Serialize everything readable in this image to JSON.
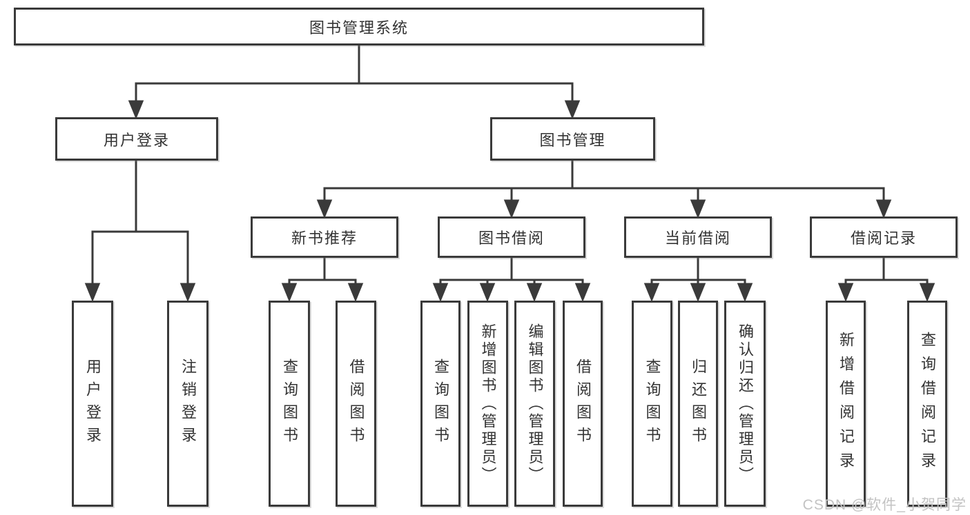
{
  "title": "图书管理系统",
  "watermark": "CSDN @软件_小贺同学",
  "colors": {
    "line": "#3a3a3a",
    "text": "#333333",
    "watermark": "#c3c3c3",
    "background": "#ffffff"
  },
  "nodes": {
    "root": "图书管理系统",
    "level2": [
      "用户登录",
      "图书管理"
    ],
    "level3": [
      "新书推荐",
      "图书借阅",
      "当前借阅",
      "借阅记录"
    ],
    "login_children": [
      "用户登录",
      "注销登录"
    ],
    "newbooks_children": [
      "查询图书",
      "借阅图书"
    ],
    "borrow_children": [
      "查询图书",
      "新增图书（管理员）",
      "编辑图书（管理员）",
      "借阅图书"
    ],
    "current_children": [
      "查询图书",
      "归还图书",
      "确认归还（管理员）"
    ],
    "records_children": [
      "新增借阅记录",
      "查询借阅记录"
    ]
  },
  "hierarchy_note": "树形结构：图书管理系统 → [用户登录 → (用户登录, 注销登录)], [图书管理 → 新书推荐/图书借阅/当前借阅/借阅记录 及其子功能]"
}
